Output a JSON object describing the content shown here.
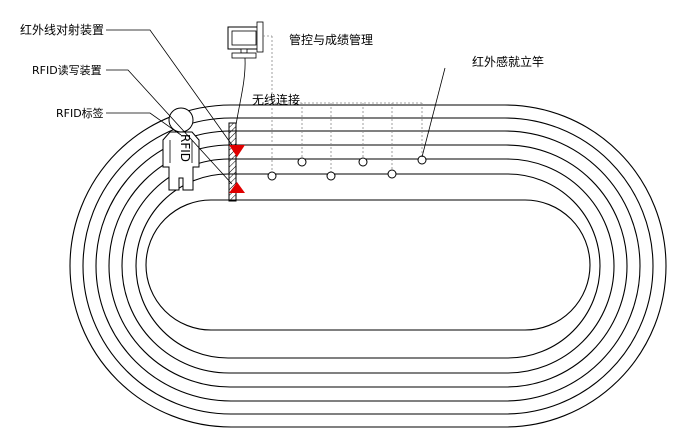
{
  "labels": {
    "ir_emitter": "红外线对射装置",
    "rfid_rw": "RFID读写装置",
    "rfid_tag": "RFID标签",
    "control": "管控与成绩管理",
    "wireless": "无线连接",
    "ir_poles": "红外感就立竿",
    "tag_text": "RFID"
  },
  "icons": {
    "computer": "computer-icon",
    "runner": "runner-icon",
    "reader": "reader-post-icon",
    "sensor_pole": "sensor-pole-icon"
  },
  "colors": {
    "stroke": "#000000",
    "sensor_triangle": "#e00000",
    "wireless_line": "#888888"
  }
}
